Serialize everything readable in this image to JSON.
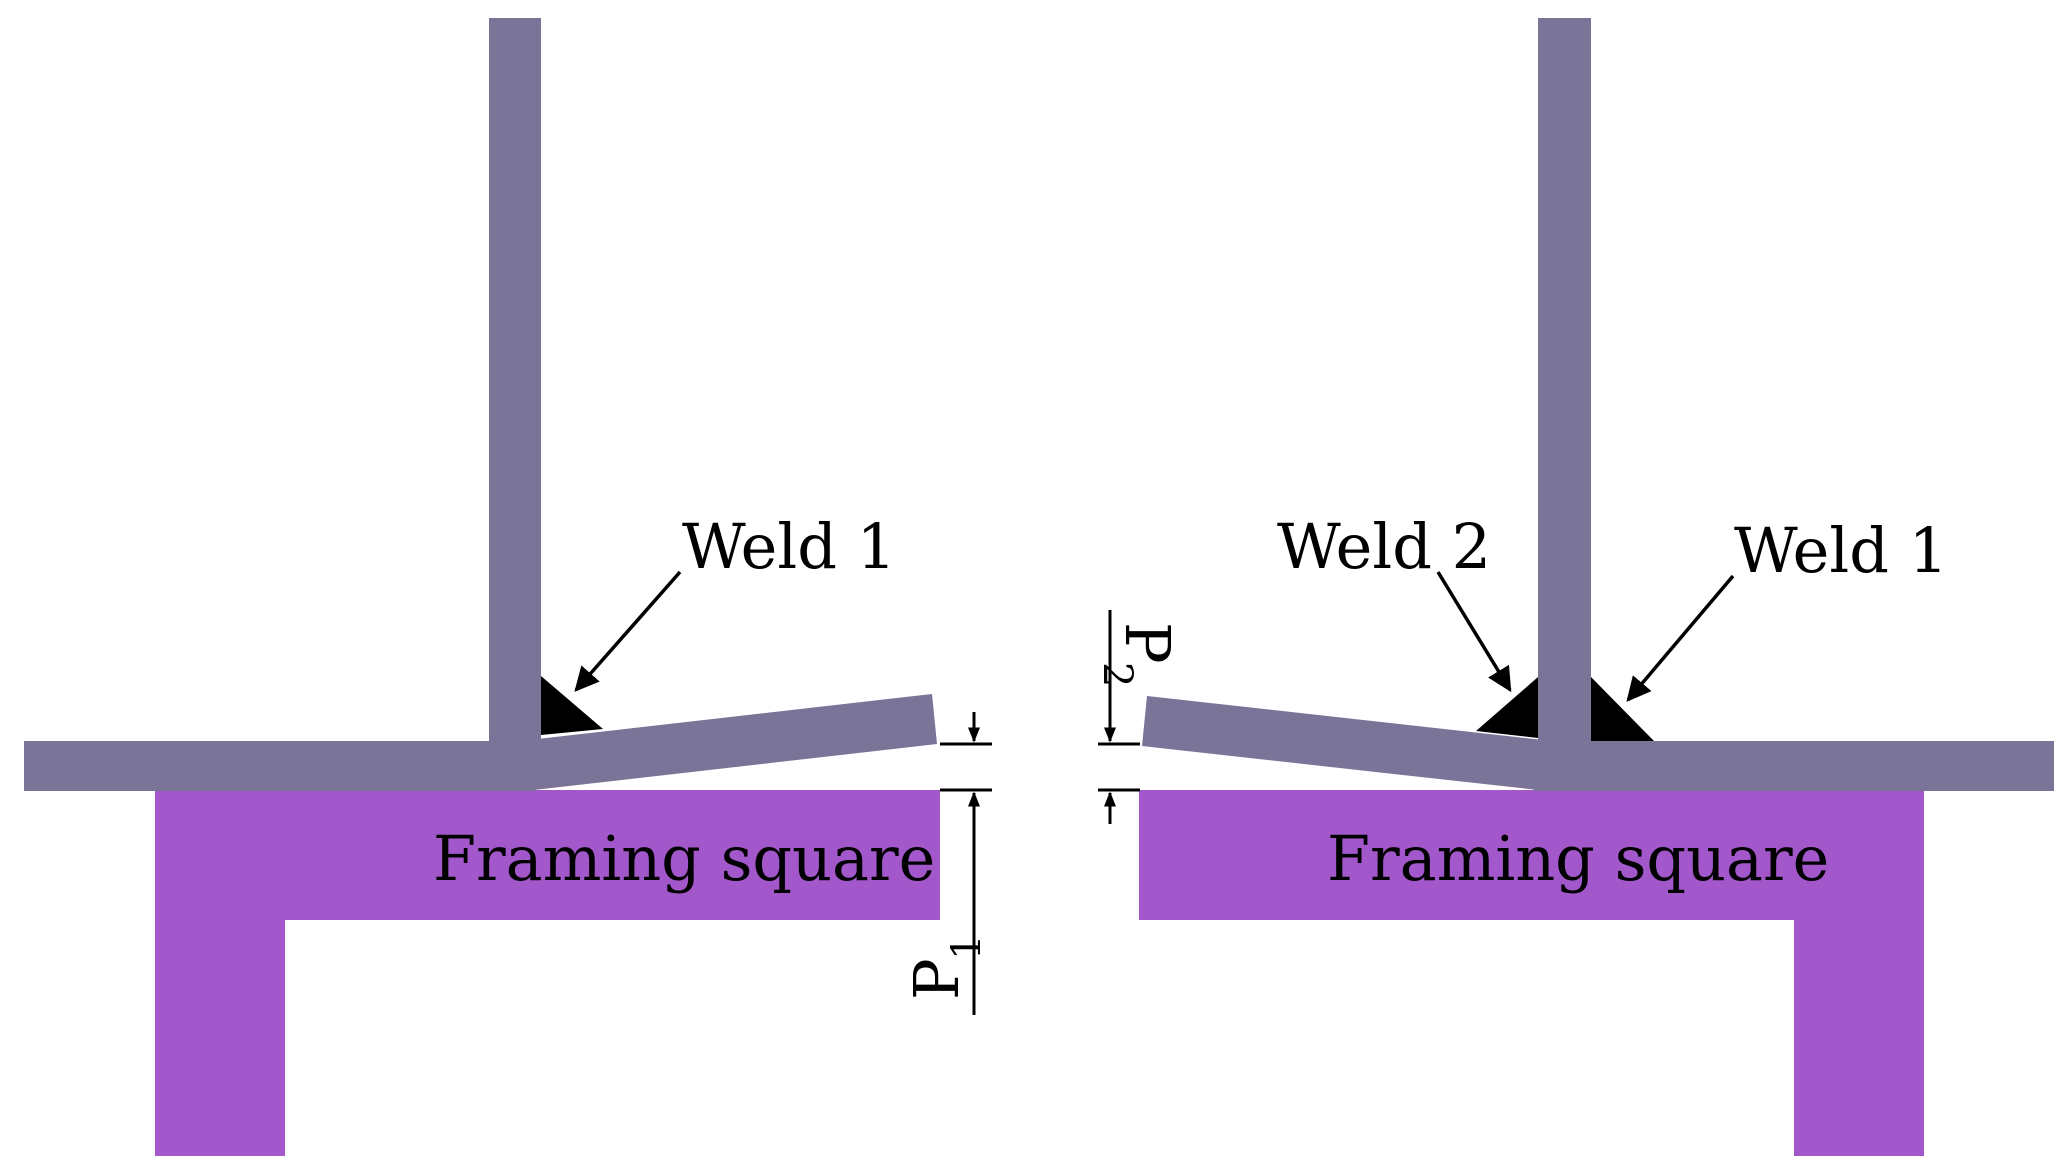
{
  "colors": {
    "plate": "#7a7498",
    "framing_square": "#a257cb",
    "weld": "#000000",
    "background": "#ffffff"
  },
  "left": {
    "weld_label": "Weld 1",
    "square_label": "Framing square",
    "dim_label": "P",
    "dim_sub": "1"
  },
  "right": {
    "weld2_label": "Weld 2",
    "weld1_label": "Weld 1",
    "square_label": "Framing square",
    "dim_label": "P",
    "dim_sub": "2"
  }
}
